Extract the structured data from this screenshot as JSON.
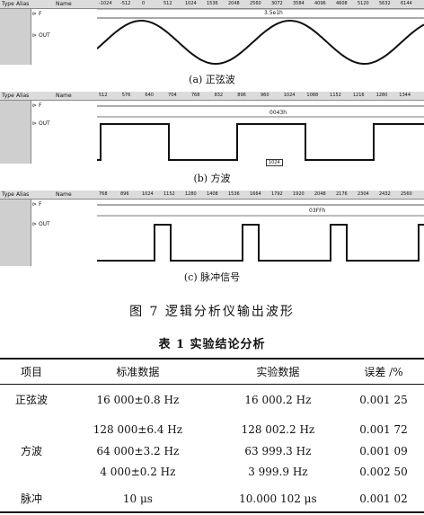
{
  "panel_a": {
    "hdr": {
      "type": "Type",
      "alias": "Alias",
      "name": "Name",
      "ticks": [
        "-1024",
        "-512",
        "0",
        "512",
        "1024",
        "1536",
        "2048",
        "2560",
        "3072",
        "3584",
        "4096",
        "4608",
        "5120",
        "5632",
        "6144"
      ]
    },
    "signals": [
      "F",
      "OUT"
    ],
    "value": "3.5e1h",
    "caption": "(a)  正弦波"
  },
  "panel_b": {
    "hdr": {
      "type": "Type",
      "alias": "Alias",
      "name": "Name",
      "ticks": [
        "512",
        "576",
        "640",
        "704",
        "768",
        "832",
        "896",
        "960",
        "1024",
        "1088",
        "1152",
        "1216",
        "1280",
        "1344"
      ]
    },
    "signals": [
      "F",
      "OUT"
    ],
    "value": "0043h",
    "marker": "1024",
    "caption": "(b)  方波"
  },
  "panel_c": {
    "hdr": {
      "type": "Type",
      "alias": "Alias",
      "name": "Name",
      "ticks": [
        "768",
        "896",
        "1024",
        "1152",
        "1280",
        "1408",
        "1536",
        "1664",
        "1792",
        "1920",
        "2048",
        "2176",
        "2304",
        "2432",
        "2560"
      ]
    },
    "signals": [
      "F",
      "OUT"
    ],
    "value": "03FFh",
    "caption": "(c)  脉冲信号"
  },
  "figure_title": "图 7   逻辑分析仪输出波形",
  "table_title": "表 1   实验结论分析",
  "table": {
    "headers": [
      "项目",
      "标准数据",
      "实验数据",
      "误差 /%"
    ],
    "rows": [
      [
        "正弦波",
        "16 000±0.8 Hz",
        "16 000.2 Hz",
        "0.001 25"
      ],
      [
        "",
        "128 000±6.4 Hz",
        "128 002.2 Hz",
        "0.001 72"
      ],
      [
        "方波",
        "64 000±3.2 Hz",
        "63 999.3 Hz",
        "0.001 09"
      ],
      [
        "",
        "4 000±0.2 Hz",
        "3 999.9 Hz",
        "0.002 50"
      ],
      [
        "脉冲",
        "10 μs",
        "10.000 102 μs",
        "0.001 02"
      ]
    ]
  }
}
